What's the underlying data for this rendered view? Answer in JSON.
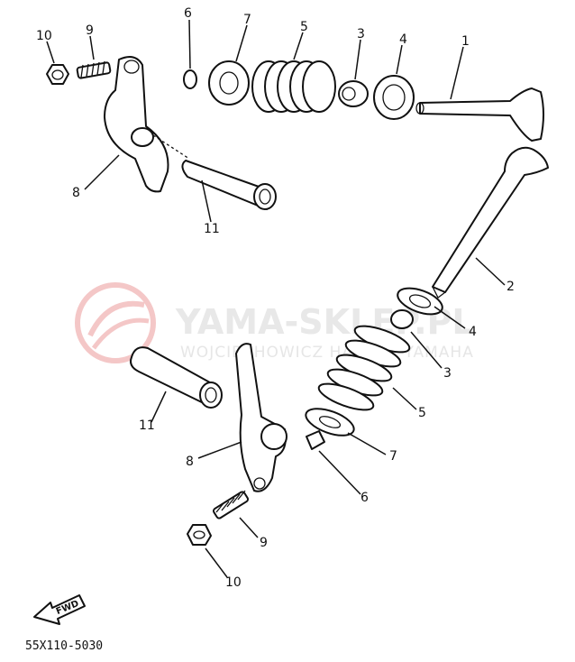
{
  "watermark": {
    "title": "YAMA-SKLEP.PL",
    "subtitle": "WOJCIECHOWICZ HANDEL YAMAHA",
    "logo_color": "#f4c7c7"
  },
  "labels": {
    "upper": {
      "p10": "10",
      "p9": "9",
      "p6": "6",
      "p7": "7",
      "p5": "5",
      "p3": "3",
      "p4": "4",
      "p1": "1",
      "p8": "8",
      "p11": "11",
      "p2": "2"
    },
    "lower": {
      "p4": "4",
      "p3": "3",
      "p5": "5",
      "p7": "7",
      "p6": "6",
      "p11": "11",
      "p8": "8",
      "p9": "9",
      "p10": "10"
    }
  },
  "fwd_label": "FWD",
  "diagram_code": "55X110-5030"
}
